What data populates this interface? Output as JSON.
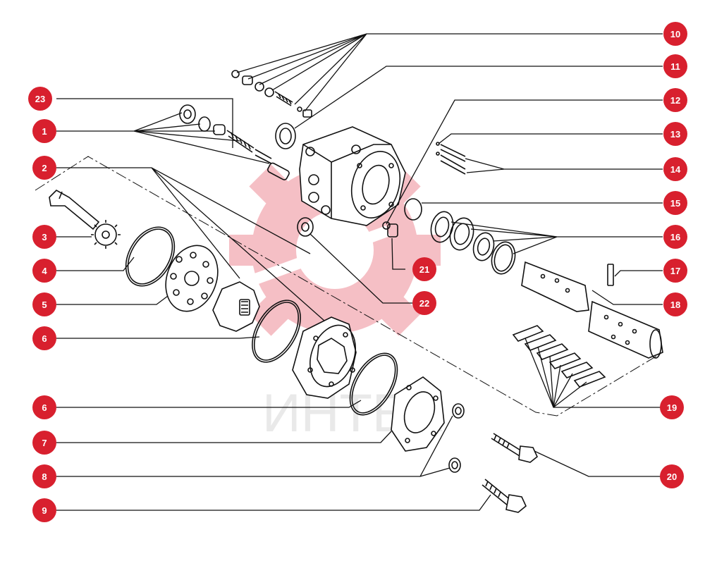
{
  "watermark": {
    "text": "ИНТЕХ",
    "icon": "gear-logo",
    "color": "#f4b4bb",
    "text_color": "#e9e9e9"
  },
  "badge_color": "#d8202e",
  "callouts": [
    {
      "id": "c1",
      "label": "1"
    },
    {
      "id": "c2",
      "label": "2"
    },
    {
      "id": "c3",
      "label": "3"
    },
    {
      "id": "c4",
      "label": "4"
    },
    {
      "id": "c5",
      "label": "5"
    },
    {
      "id": "c6a",
      "label": "6"
    },
    {
      "id": "c6b",
      "label": "6"
    },
    {
      "id": "c7",
      "label": "7"
    },
    {
      "id": "c8",
      "label": "8"
    },
    {
      "id": "c9",
      "label": "9"
    },
    {
      "id": "c10",
      "label": "10"
    },
    {
      "id": "c11",
      "label": "11"
    },
    {
      "id": "c12",
      "label": "12"
    },
    {
      "id": "c13",
      "label": "13"
    },
    {
      "id": "c14",
      "label": "14"
    },
    {
      "id": "c15",
      "label": "15"
    },
    {
      "id": "c16",
      "label": "16"
    },
    {
      "id": "c17",
      "label": "17"
    },
    {
      "id": "c18",
      "label": "18"
    },
    {
      "id": "c19",
      "label": "19"
    },
    {
      "id": "c20",
      "label": "20"
    },
    {
      "id": "c21",
      "label": "21"
    },
    {
      "id": "c22",
      "label": "22"
    },
    {
      "id": "c23",
      "label": "23"
    }
  ]
}
